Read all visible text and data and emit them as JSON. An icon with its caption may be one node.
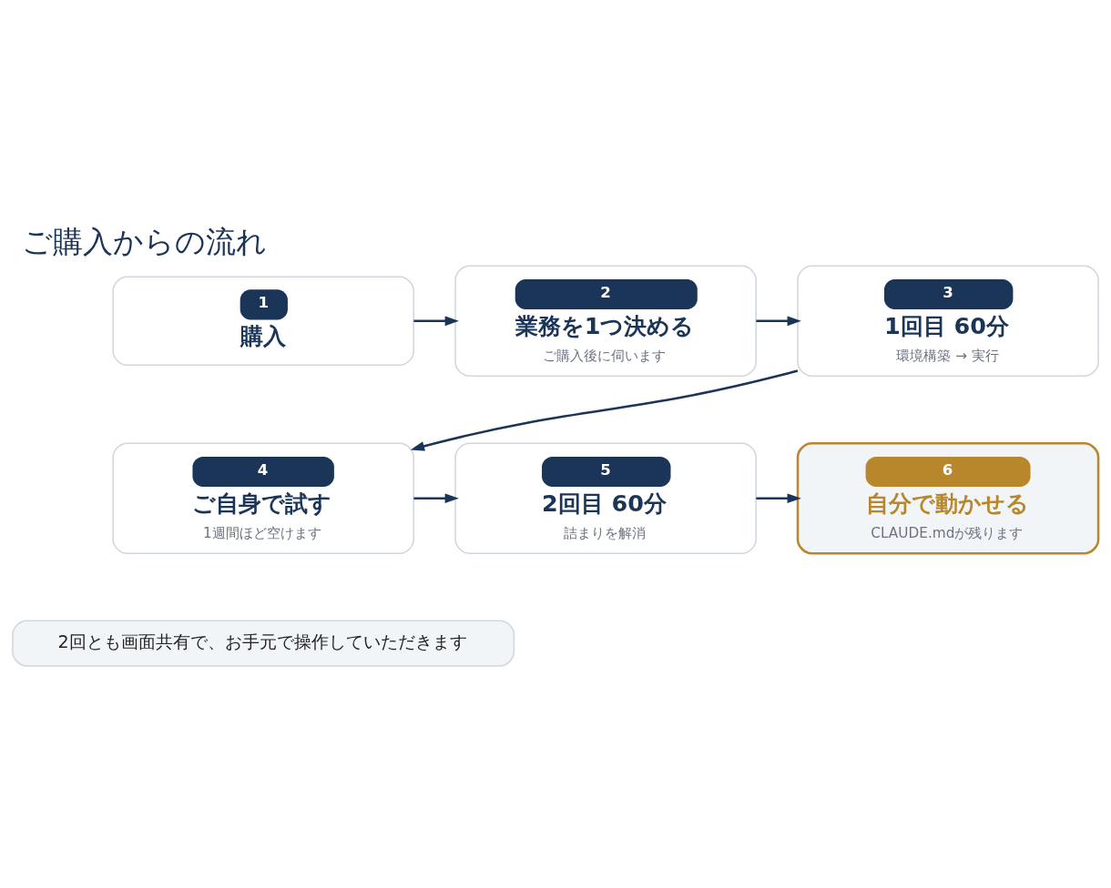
{
  "diagram": {
    "title": "ご購入からの流れ",
    "nodes": [
      {
        "text": [
          "1",
          "購入"
        ]
      },
      {
        "text": [
          "2",
          "業務を1つ決める",
          "ご購入後に伺います"
        ]
      },
      {
        "text": [
          "3",
          "1回目 60分",
          "環境構築 → 実行"
        ]
      },
      {
        "text": [
          "4",
          "ご自身で試す",
          "1週間ほど空けます"
        ]
      },
      {
        "text": [
          "5",
          "2回目 60分",
          "詰まりを解消"
        ]
      },
      {
        "text": [
          "6",
          "自分で動かせる",
          "CLAUDE.mdが残ります"
        ]
      },
      {
        "text": [
          "2回とも画面共有で、お手元で操作していただきます"
        ]
      }
    ],
    "edges": [
      {
        "from": 0,
        "to": 1,
        "arrow": "to"
      },
      {
        "from": 1,
        "to": 2,
        "arrow": "to"
      },
      {
        "from": 2,
        "to": 3,
        "arrow": "to"
      },
      {
        "from": 3,
        "to": 4,
        "arrow": "to"
      },
      {
        "from": 4,
        "to": 5,
        "arrow": "to"
      }
    ]
  }
}
